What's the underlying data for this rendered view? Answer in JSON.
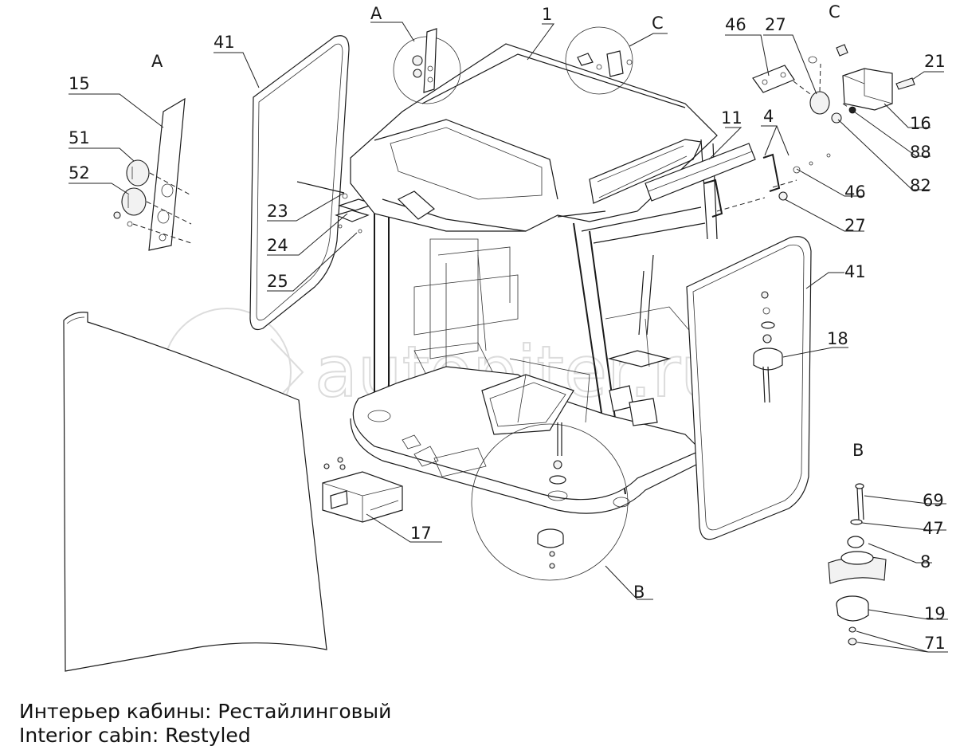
{
  "caption": {
    "line_ru": "Интерьер кабины: Рестайлинговый",
    "line_en": "Interior cabin: Restyled"
  },
  "watermark": "autopiter.ru",
  "views": {
    "a_left": "A",
    "a_top": "A",
    "c_top": "C",
    "c_right": "C",
    "b_right": "B",
    "b_bottom": "B"
  },
  "callouts": {
    "p1": "1",
    "p4": "4",
    "p8": "8",
    "p11": "11",
    "p15": "15",
    "p16": "16",
    "p17": "17",
    "p18": "18",
    "p19": "19",
    "p21": "21",
    "p23": "23",
    "p24": "24",
    "p25": "25",
    "p27a": "27",
    "p27b": "27",
    "p41a": "41",
    "p41b": "41",
    "p46a": "46",
    "p46b": "46",
    "p47": "47",
    "p51": "51",
    "p52": "52",
    "p69": "69",
    "p71": "71",
    "p82": "82",
    "p88": "88"
  }
}
